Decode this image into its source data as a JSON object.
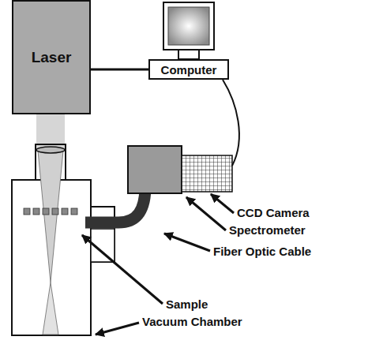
{
  "diagram": {
    "nodes": [
      {
        "text": [
          "Laser"
        ]
      },
      {
        "text": [
          "Computer"
        ]
      }
    ],
    "edges": [
      {
        "from": 0,
        "to": 1,
        "arrow": "none"
      }
    ],
    "labels": [
      "CCD Camera",
      "Spectrometer",
      "Fiber Optic Cable",
      "Sample",
      "Vacuum Chamber"
    ]
  }
}
